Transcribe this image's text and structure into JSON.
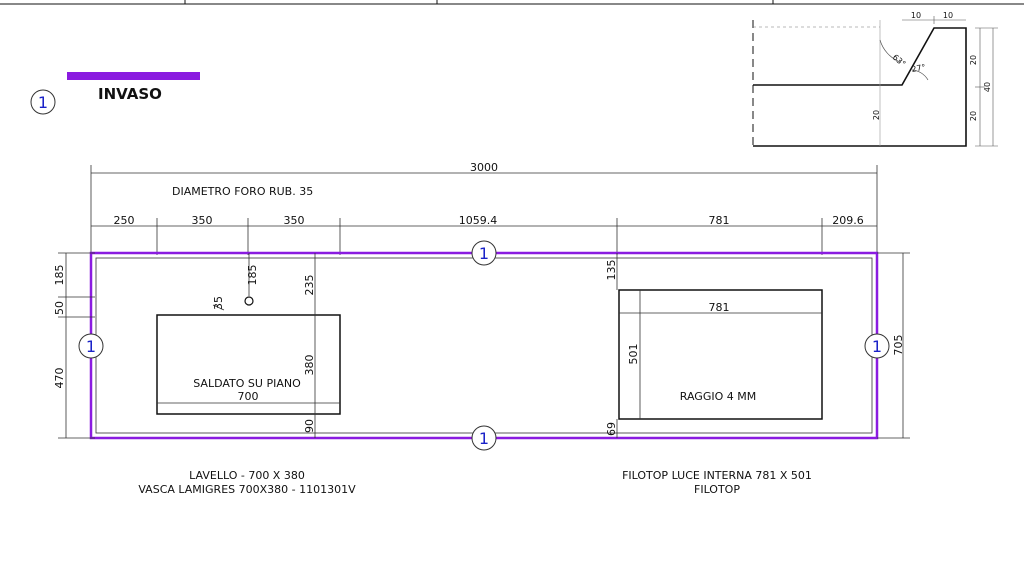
{
  "legend": {
    "badge": "1",
    "title": "INVASO",
    "color": "#8a1be0"
  },
  "badge_label": "1",
  "note_faucet": "DIAMETRO FORO RUB.  35",
  "dims": {
    "total_width": "3000",
    "seg_250": "250",
    "seg_350a": "350",
    "seg_350b": "350",
    "seg_1059": "1059.4",
    "seg_781": "781",
    "seg_209": "209.6",
    "left_185": "185",
    "left_50": "50",
    "left_470": "470",
    "right_705": "705",
    "faucet_185": "185",
    "faucet_35": "35",
    "sink_235": "235",
    "sink_380": "380",
    "sink_700": "700",
    "sink_90": "90",
    "top_135": "135",
    "top_781": "781",
    "top_501": "501",
    "top_69": "69"
  },
  "sink_label": "SALDATO SU PIANO",
  "hob_label": "RAGGIO 4 MM",
  "captions": {
    "sink_line1": "LAVELLO - 700 X 380",
    "sink_line2": "VASCA LAMIGRES 700X380 - 1101301V",
    "hob_line1": "FILOTOP LUCE INTERNA 781 X 501",
    "hob_line2": "FILOTOP"
  },
  "profile": {
    "d10a": "10",
    "d10b": "10",
    "d20a": "20",
    "d40": "40",
    "d20b": "20",
    "d20c": "20",
    "angle63": "63°",
    "angle27": "27°"
  }
}
